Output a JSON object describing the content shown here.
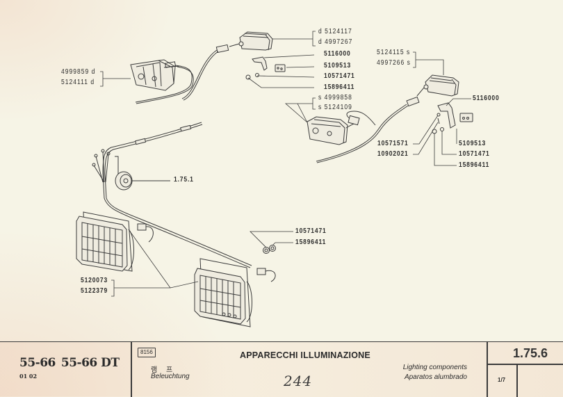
{
  "drawing": {
    "callouts": {
      "top_left_lamp": [
        "4999859 d",
        "5124111 d"
      ],
      "top_center_lamp": [
        "d 5124117",
        "d 4997267"
      ],
      "left_bracket": "5116000",
      "left_connector": "5109513",
      "left_washer": "10571471",
      "left_nut": "15896411",
      "center_lamp": [
        "s 4999858",
        "s 5124109"
      ],
      "right_lamp": [
        "5124115 s",
        "4997266 s"
      ],
      "right_bracket": "5116000",
      "right_screw_washer": "10571571",
      "right_screw": "10902021",
      "right_connector": "5109513",
      "right_washer": "10571471",
      "right_nut": "15896411",
      "switch_reference": "1.75.1",
      "harness_washer": "10571471",
      "harness_nut": "15896411",
      "headlamps": [
        "5120073",
        "5122379"
      ]
    }
  },
  "title_block": {
    "models": [
      "55-66",
      "55-66 DT"
    ],
    "variants": "01 02",
    "code": "8156",
    "title_korean": "램 프",
    "title_german": "Beleuchtung",
    "title_italian": "APPARECCHI ILLUMINAZIONE",
    "title_english": "Lighting components",
    "title_spanish": "Aparatos alumbrado",
    "handwritten_note": "244",
    "section_number": "1.75.6",
    "page": "1/7"
  }
}
